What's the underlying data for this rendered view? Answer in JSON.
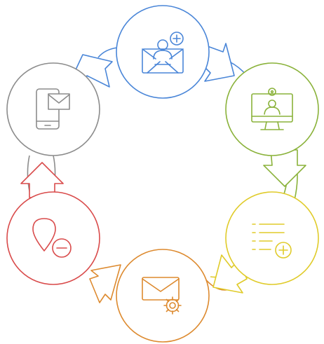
{
  "colors": {
    "blue": "#4a86d8",
    "green": "#8ab23a",
    "yellow": "#e0cb2a",
    "orange": "#dd8a2f",
    "red": "#d94b4b",
    "gray": "#8c8c8c"
  },
  "cycle": {
    "nodes": [
      {
        "id": "add-contact-mail",
        "icon": "envelope-person-plus-icon",
        "color": "blue"
      },
      {
        "id": "monitor-video-call",
        "icon": "monitor-person-icon",
        "color": "green"
      },
      {
        "id": "add-list-item",
        "icon": "list-plus-icon",
        "color": "yellow"
      },
      {
        "id": "mail-settings",
        "icon": "envelope-gear-icon",
        "color": "orange"
      },
      {
        "id": "remove-location",
        "icon": "location-pin-minus-icon",
        "color": "red"
      },
      {
        "id": "mobile-mail",
        "icon": "phone-envelope-icon",
        "color": "gray"
      }
    ],
    "arrows": [
      {
        "from": "add-contact-mail",
        "to": "monitor-video-call",
        "color": "blue"
      },
      {
        "from": "monitor-video-call",
        "to": "add-list-item",
        "color": "green"
      },
      {
        "from": "add-list-item",
        "to": "mail-settings",
        "color": "yellow"
      },
      {
        "from": "mail-settings",
        "to": "remove-location",
        "color": "orange"
      },
      {
        "from": "remove-location",
        "to": "mobile-mail",
        "color": "red"
      },
      {
        "from": "mobile-mail",
        "to": "add-contact-mail",
        "color": "gray"
      }
    ]
  }
}
